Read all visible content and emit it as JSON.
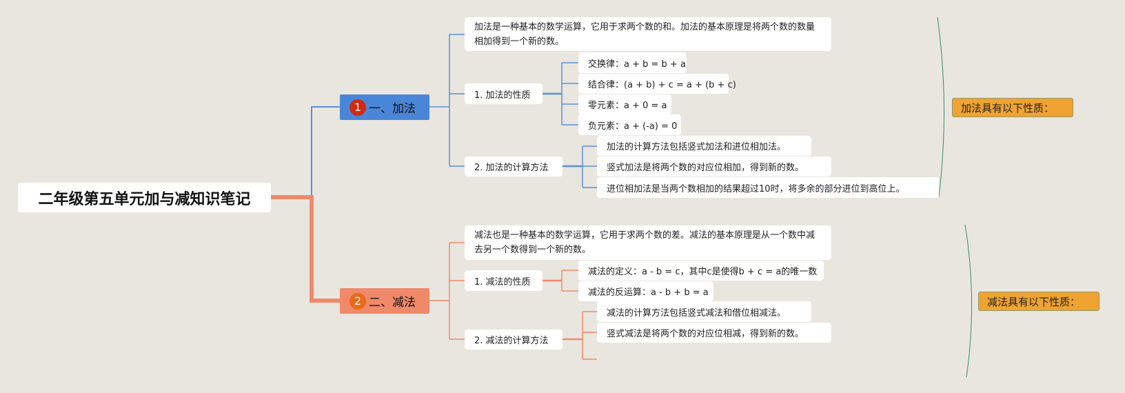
{
  "root": {
    "title": "二年级第五单元加与减知识笔记"
  },
  "colors": {
    "addition": "#4a86d8",
    "subtraction": "#f0896a",
    "summary": "#f0a330"
  },
  "addition": {
    "badge": "1",
    "label": "一、加法",
    "description": "加法是一种基本的数学运算，它用于求两个数的和。加法的基本原理是将两个数的数量相加得到一个新的数。",
    "properties": {
      "label": "1. 加法的性质",
      "items": [
        "交换律：a + b = b + a",
        "结合律：(a + b) + c = a + (b + c)",
        "零元素：a + 0 = a",
        "负元素：a + (-a) = 0"
      ]
    },
    "methods": {
      "label": "2. 加法的计算方法",
      "items": [
        "加法的计算方法包括竖式加法和进位相加法。",
        "竖式加法是将两个数的对应位相加，得到新的数。",
        "进位相加法是当两个数相加的结果超过10时，将多余的部分进位到高位上。"
      ]
    },
    "summary": "加法具有以下性质："
  },
  "subtraction": {
    "badge": "2",
    "label": "二、减法",
    "description": "减法也是一种基本的数学运算，它用于求两个数的差。减法的基本原理是从一个数中减去另一个数得到一个新的数。",
    "properties": {
      "label": "1. 减法的性质",
      "items": [
        "减法的定义：a - b = c，其中c是使得b + c = a的唯一数",
        "减法的反运算：a - b + b = a"
      ]
    },
    "methods": {
      "label": "2. 减法的计算方法",
      "items": [
        "减法的计算方法包括竖式减法和借位相减法。",
        "竖式减法是将两个数的对应位相减，得到新的数。"
      ]
    },
    "summary": "减法具有以下性质："
  }
}
